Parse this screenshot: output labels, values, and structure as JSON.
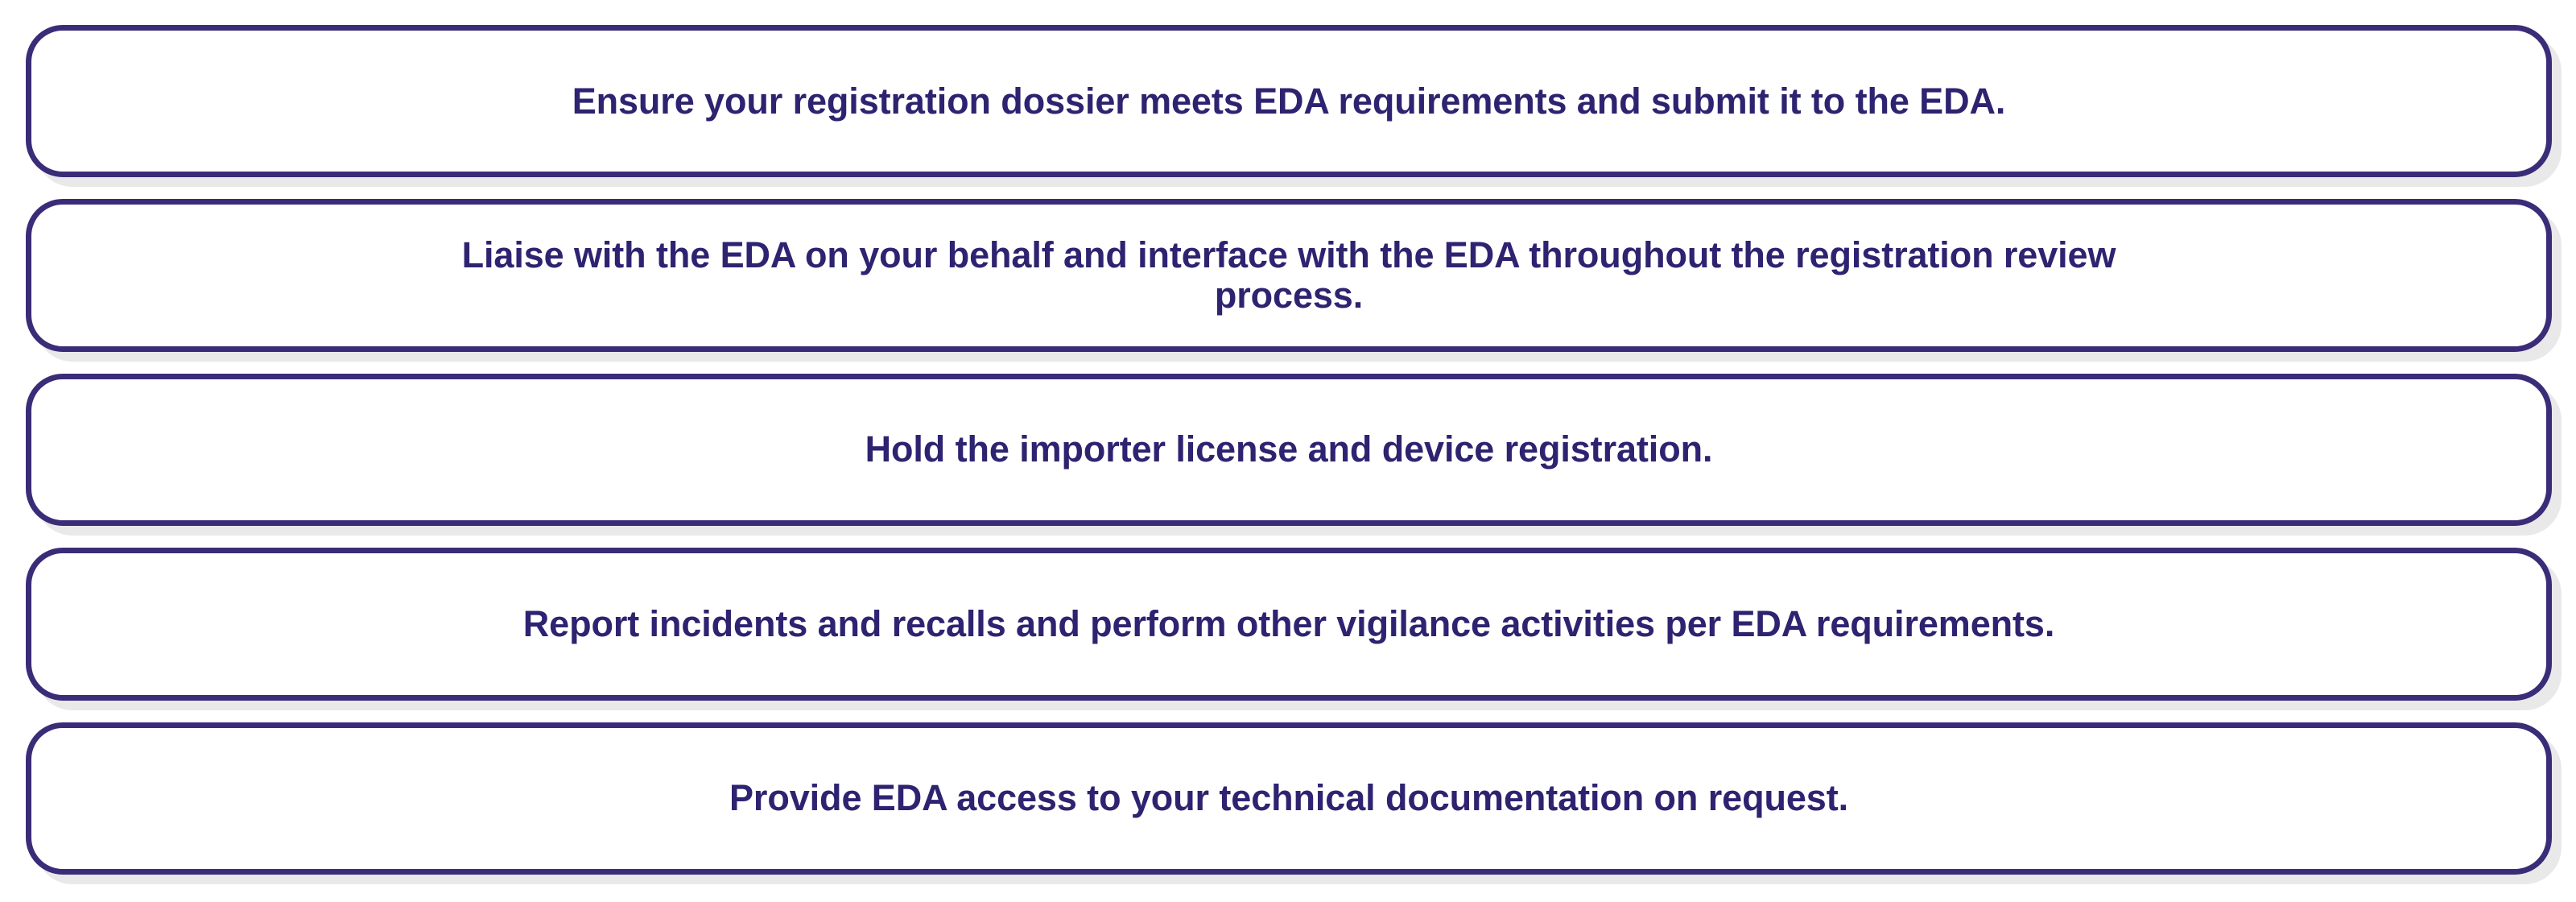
{
  "graphic": {
    "type": "stacked-rounded-boxes",
    "box_count": 5,
    "colors": {
      "border": "#3b2c78",
      "text": "#2e2370",
      "fill": "#ffffff",
      "shadow": "#e9e9e9",
      "background": "#ffffff"
    }
  },
  "boxes": [
    {
      "index": 1,
      "text": "Ensure your registration dossier meets EDA requirements and submit it to the EDA.",
      "lines": 1
    },
    {
      "index": 2,
      "text": "Liaise with the EDA on your behalf and interface with the EDA throughout the registration review process.",
      "lines": 2
    },
    {
      "index": 3,
      "text": "Hold the importer license and device registration.",
      "lines": 1
    },
    {
      "index": 4,
      "text": "Report incidents and recalls and perform other vigilance activities per EDA requirements.",
      "lines": 1
    },
    {
      "index": 5,
      "text": "Provide EDA access to your technical documentation on request.",
      "lines": 1
    }
  ]
}
